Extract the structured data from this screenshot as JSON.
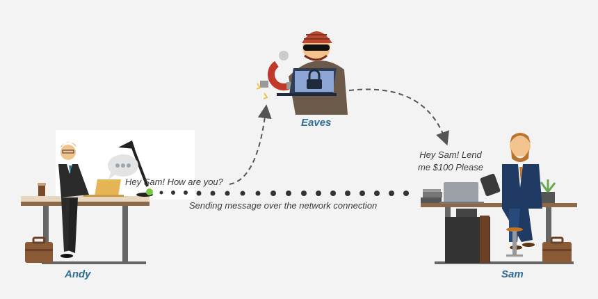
{
  "people": {
    "sender": {
      "name": "Andy"
    },
    "eavesdropper": {
      "name": "Eaves"
    },
    "receiver": {
      "name": "Sam"
    }
  },
  "messages": {
    "original": "Hey Sam! How are you?",
    "tampered": "Hey Sam! Lend me $100 Please"
  },
  "network": {
    "caption": "Sending message over the network connection"
  },
  "colors": {
    "background": "#f3f3f3",
    "name_text": "#2e6e96",
    "start_dot": "#7ac943",
    "dots": "#333333",
    "dashed_path": "#555555"
  },
  "icons": [
    "laptop-icon",
    "chat-bubble-icon",
    "magnet-icon",
    "padlock-icon",
    "desk-lamp-icon",
    "tablet-icon",
    "briefcase-icon",
    "plant-icon",
    "coffee-cup-icon"
  ]
}
